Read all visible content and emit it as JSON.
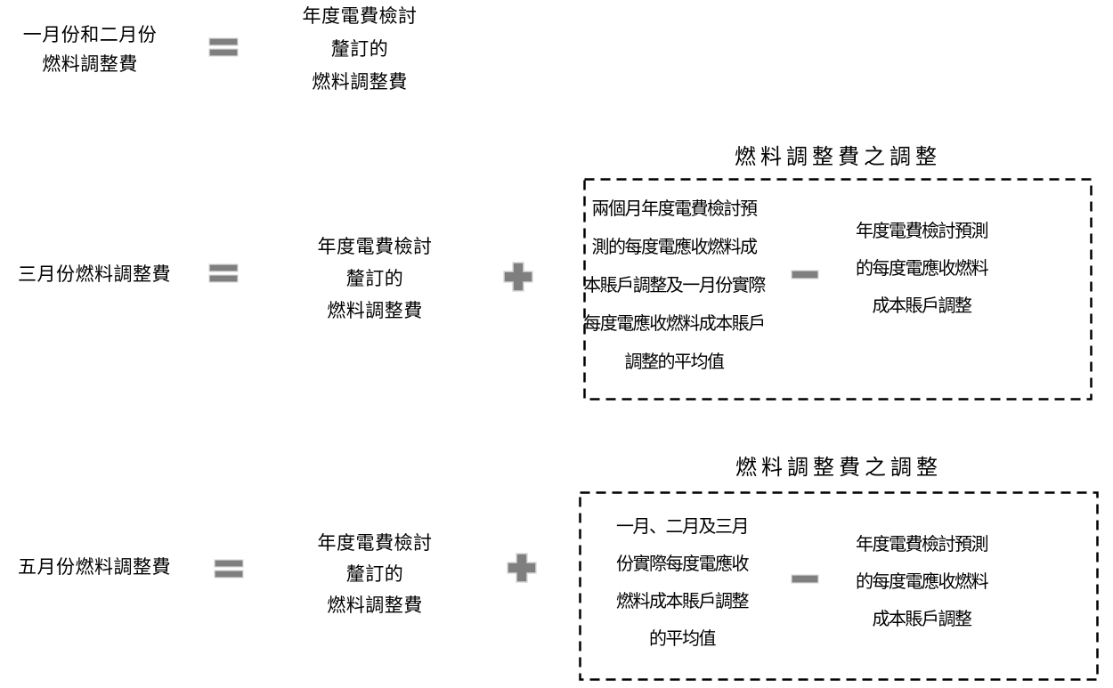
{
  "colors": {
    "background": "#ffffff",
    "text": "#000000",
    "operator_fill": "#7f7f7f",
    "operator_outline": "#d9d9d9",
    "box_border": "#000000"
  },
  "rows": [
    {
      "result": [
        "一月份和二月份",
        "燃料調整費"
      ],
      "equals": "=",
      "base": [
        "年度電費檢討",
        "釐訂的",
        "燃料調整費"
      ]
    },
    {
      "result": [
        "三月份燃料調整費"
      ],
      "equals": "=",
      "base": [
        "年度電費檢討",
        "釐訂的",
        "燃料調整費"
      ],
      "plus": "+",
      "adjustment": {
        "title": "燃料調整費之調整",
        "minuend": [
          "兩個月年度電費檢討預",
          "測的每度電應收燃料成",
          "本賬戶調整及一月份實際",
          "每度電應收燃料成本賬戶",
          "調整的平均值"
        ],
        "minus": "−",
        "subtrahend": [
          "年度電費檢討預測",
          "的每度電應收燃料",
          "成本賬戶調整"
        ]
      }
    },
    {
      "result": [
        "五月份燃料調整費"
      ],
      "equals": "=",
      "base": [
        "年度電費檢討",
        "釐訂的",
        "燃料調整費"
      ],
      "plus": "+",
      "adjustment": {
        "title": "燃料調整費之調整",
        "minuend": [
          "一月、二月及三月",
          "份實際每度電應收",
          "燃料成本賬戶調整",
          "的平均值"
        ],
        "minus": "−",
        "subtrahend": [
          "年度電費檢討預測",
          "的每度電應收燃料",
          "成本賬戶調整"
        ]
      }
    }
  ]
}
